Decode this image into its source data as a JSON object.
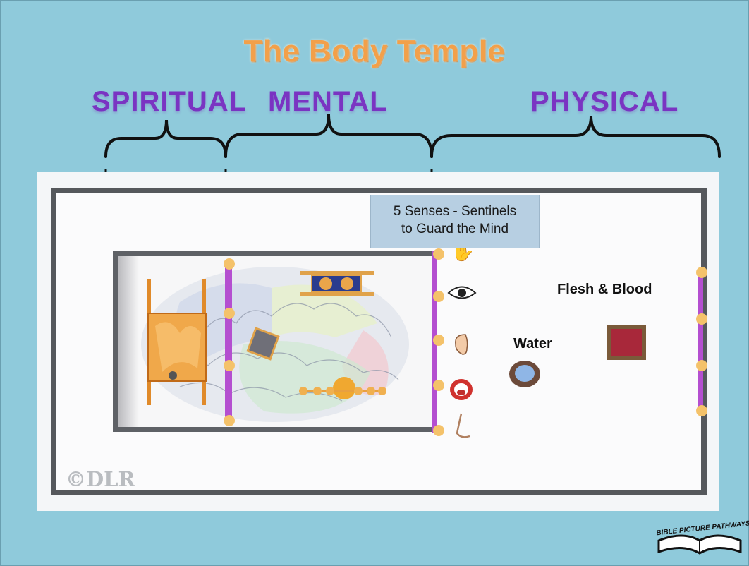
{
  "title": "The Body Temple",
  "sections": {
    "spiritual": "SPIRITUAL",
    "mental": "MENTAL",
    "physical": "PHYSICAL"
  },
  "callout": {
    "line1": "5 Senses - Sentinels",
    "line2": "to Guard the Mind"
  },
  "labels": {
    "flesh_blood": "Flesh & Blood",
    "water": "Water"
  },
  "copyright": "©DLR",
  "logo": "BIBLE PICTURE PATHWAYS.COM",
  "senses": [
    "hand-icon",
    "eye-icon",
    "ear-icon",
    "mouth-icon",
    "nose-icon"
  ],
  "colors": {
    "background": "#8fcadb",
    "title": "#f2a04a",
    "section_label": "#7a34c2",
    "veil": "#b44fd0",
    "callout": "#b7cfe2"
  }
}
